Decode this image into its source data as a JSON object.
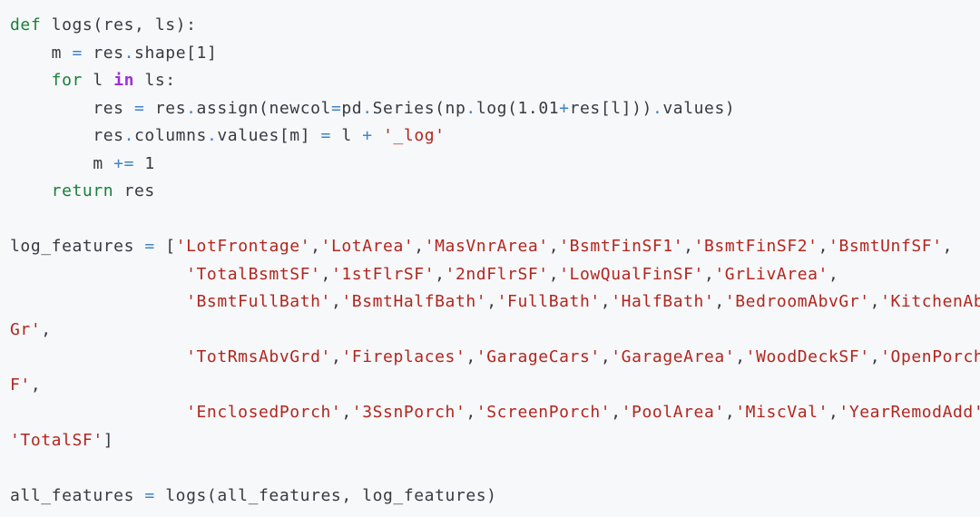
{
  "code": {
    "lines": [
      [
        [
          "kw",
          "def"
        ],
        [
          "pl",
          " logs(res, ls):"
        ]
      ],
      [
        [
          "pl",
          "    m "
        ],
        [
          "op",
          "="
        ],
        [
          "pl",
          " res"
        ],
        [
          "op",
          "."
        ],
        [
          "pl",
          "shape[1]"
        ]
      ],
      [
        [
          "kw",
          "    for"
        ],
        [
          "pl",
          " l "
        ],
        [
          "kwin",
          "in"
        ],
        [
          "pl",
          " ls:"
        ]
      ],
      [
        [
          "pl",
          "        res "
        ],
        [
          "op",
          "="
        ],
        [
          "pl",
          " res"
        ],
        [
          "op",
          "."
        ],
        [
          "pl",
          "assign(newcol"
        ],
        [
          "op",
          "="
        ],
        [
          "pl",
          "pd"
        ],
        [
          "op",
          "."
        ],
        [
          "pl",
          "Series(np"
        ],
        [
          "op",
          "."
        ],
        [
          "pl",
          "log(1.01"
        ],
        [
          "op",
          "+"
        ],
        [
          "pl",
          "res[l]))"
        ],
        [
          "op",
          "."
        ],
        [
          "pl",
          "values)"
        ]
      ],
      [
        [
          "pl",
          "        res"
        ],
        [
          "op",
          "."
        ],
        [
          "pl",
          "columns"
        ],
        [
          "op",
          "."
        ],
        [
          "pl",
          "values[m] "
        ],
        [
          "op",
          "="
        ],
        [
          "pl",
          " l "
        ],
        [
          "op",
          "+"
        ],
        [
          "pl",
          " "
        ],
        [
          "str",
          "'_log'"
        ]
      ],
      [
        [
          "pl",
          "        m "
        ],
        [
          "op",
          "+="
        ],
        [
          "pl",
          " 1"
        ]
      ],
      [
        [
          "kw",
          "    return"
        ],
        [
          "pl",
          " res"
        ]
      ],
      [],
      [
        [
          "pl",
          "log_features "
        ],
        [
          "op",
          "="
        ],
        [
          "pl",
          " ["
        ],
        [
          "str",
          "'LotFrontage'"
        ],
        [
          "pl",
          ","
        ],
        [
          "str",
          "'LotArea'"
        ],
        [
          "pl",
          ","
        ],
        [
          "str",
          "'MasVnrArea'"
        ],
        [
          "pl",
          ","
        ],
        [
          "str",
          "'BsmtFinSF1'"
        ],
        [
          "pl",
          ","
        ],
        [
          "str",
          "'BsmtFinSF2'"
        ],
        [
          "pl",
          ","
        ],
        [
          "str",
          "'BsmtUnfSF'"
        ],
        [
          "pl",
          ","
        ]
      ],
      [
        [
          "pl",
          "                 "
        ],
        [
          "str",
          "'TotalBsmtSF'"
        ],
        [
          "pl",
          ","
        ],
        [
          "str",
          "'1stFlrSF'"
        ],
        [
          "pl",
          ","
        ],
        [
          "str",
          "'2ndFlrSF'"
        ],
        [
          "pl",
          ","
        ],
        [
          "str",
          "'LowQualFinSF'"
        ],
        [
          "pl",
          ","
        ],
        [
          "str",
          "'GrLivArea'"
        ],
        [
          "pl",
          ","
        ]
      ],
      [
        [
          "pl",
          "                 "
        ],
        [
          "str",
          "'BsmtFullBath'"
        ],
        [
          "pl",
          ","
        ],
        [
          "str",
          "'BsmtHalfBath'"
        ],
        [
          "pl",
          ","
        ],
        [
          "str",
          "'FullBath'"
        ],
        [
          "pl",
          ","
        ],
        [
          "str",
          "'HalfBath'"
        ],
        [
          "pl",
          ","
        ],
        [
          "str",
          "'BedroomAbvGr'"
        ],
        [
          "pl",
          ","
        ],
        [
          "str",
          "'KitchenAbv"
        ]
      ],
      [
        [
          "str",
          "Gr'"
        ],
        [
          "pl",
          ","
        ]
      ],
      [
        [
          "pl",
          "                 "
        ],
        [
          "str",
          "'TotRmsAbvGrd'"
        ],
        [
          "pl",
          ","
        ],
        [
          "str",
          "'Fireplaces'"
        ],
        [
          "pl",
          ","
        ],
        [
          "str",
          "'GarageCars'"
        ],
        [
          "pl",
          ","
        ],
        [
          "str",
          "'GarageArea'"
        ],
        [
          "pl",
          ","
        ],
        [
          "str",
          "'WoodDeckSF'"
        ],
        [
          "pl",
          ","
        ],
        [
          "str",
          "'OpenPorchS"
        ]
      ],
      [
        [
          "str",
          "F'"
        ],
        [
          "pl",
          ","
        ]
      ],
      [
        [
          "pl",
          "                 "
        ],
        [
          "str",
          "'EnclosedPorch'"
        ],
        [
          "pl",
          ","
        ],
        [
          "str",
          "'3SsnPorch'"
        ],
        [
          "pl",
          ","
        ],
        [
          "str",
          "'ScreenPorch'"
        ],
        [
          "pl",
          ","
        ],
        [
          "str",
          "'PoolArea'"
        ],
        [
          "pl",
          ","
        ],
        [
          "str",
          "'MiscVal'"
        ],
        [
          "pl",
          ","
        ],
        [
          "str",
          "'YearRemodAdd'"
        ],
        [
          "pl",
          ","
        ]
      ],
      [
        [
          "str",
          "'TotalSF'"
        ],
        [
          "pl",
          "]"
        ]
      ],
      [],
      [
        [
          "pl",
          "all_features "
        ],
        [
          "op",
          "="
        ],
        [
          "pl",
          " logs(all_features, log_features)"
        ]
      ]
    ]
  }
}
